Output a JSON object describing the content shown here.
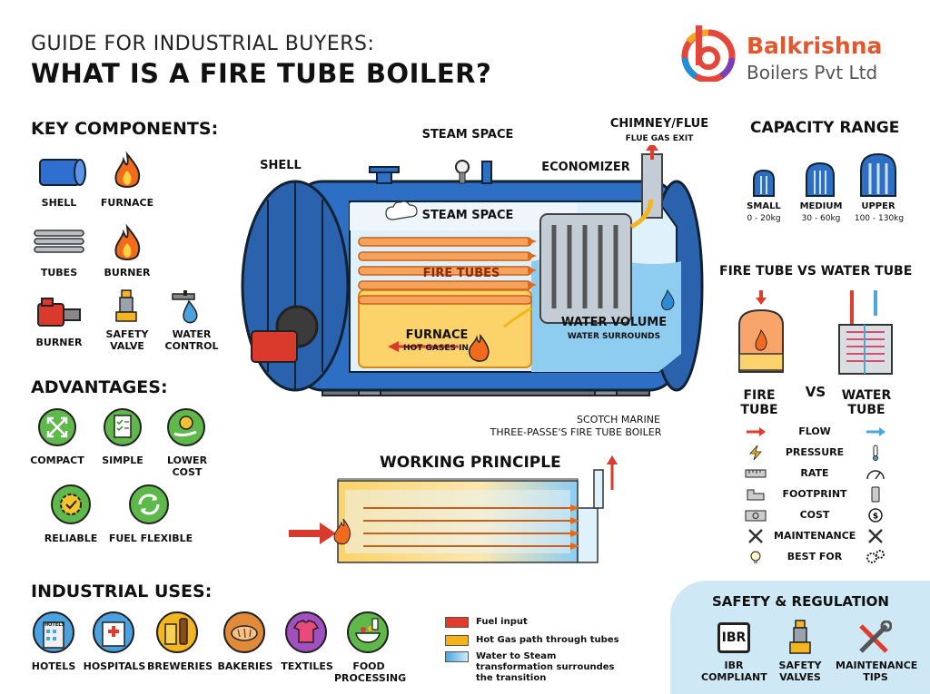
{
  "header": {
    "subtitle": "GUIDE FOR INDUSTRIAL BUYERS:",
    "title": "WHAT IS A FIRE TUBE BOILER?"
  },
  "brand": {
    "name_line1": "Balkrishna",
    "name_line2": "Boilers Pvt Ltd",
    "logo_letter": "b"
  },
  "key_components": {
    "heading": "KEY COMPONENTS:",
    "items": [
      {
        "label": "SHELL",
        "icon": "shell-cylinder-icon"
      },
      {
        "label": "FURNACE",
        "icon": "flame-icon"
      },
      {
        "label": "TUBES",
        "icon": "tubes-icon"
      },
      {
        "label": "BURNER",
        "icon": "flame-icon"
      },
      {
        "label": "BURNER",
        "icon": "burner-unit-icon"
      },
      {
        "label": "SAFETY VALVE",
        "icon": "safety-valve-icon"
      },
      {
        "label": "WATER CONTROL",
        "icon": "water-control-icon"
      }
    ]
  },
  "advantages": {
    "heading": "ADVANTAGES:",
    "items": [
      {
        "label": "COMPACT",
        "icon": "compact-arrows-icon"
      },
      {
        "label": "SIMPLE",
        "icon": "checklist-icon"
      },
      {
        "label": "LOWER COST",
        "icon": "coin-hand-icon"
      },
      {
        "label": "RELIABLE",
        "icon": "gear-check-icon"
      },
      {
        "label": "FUEL FLEXIBLE",
        "icon": "recycle-icon"
      }
    ]
  },
  "industrial_uses": {
    "heading": "INDUSTRIAL USES:",
    "items": [
      {
        "label": "HOTELS",
        "icon": "hotel-icon",
        "sign": "HOTELS"
      },
      {
        "label": "HOSPITALS",
        "icon": "hospital-icon"
      },
      {
        "label": "BREWERIES",
        "icon": "beer-icon"
      },
      {
        "label": "BAKERIES",
        "icon": "bread-icon"
      },
      {
        "label": "TEXTILES",
        "icon": "tshirt-icon"
      },
      {
        "label": "FOOD PROCESSING",
        "icon": "food-bowl-icon"
      }
    ]
  },
  "boiler_diagram": {
    "labels": {
      "shell": "SHELL",
      "steam_space_top": "STEAM SPACE",
      "steam_space_inner": "STEAM SPACE",
      "chimney": "CHIMNEY/FLUE",
      "chimney_sub": "FLUE GAS EXIT",
      "economizer": "ECONOMIZER",
      "fire_tubes": "FIRE TUBES",
      "furnace": "FURNACE",
      "furnace_sub": "HOT GASES IN",
      "water_volume": "WATER VOLUME",
      "water_volume_sub": "WATER SURROUNDS"
    },
    "caption_line1": "SCOTCH MARINE",
    "caption_line2": "THREE-PASSE'S FIRE TUBE BOILER"
  },
  "working_principle": {
    "heading": "WORKING PRINCIPLE",
    "legend": [
      {
        "label": "Fuel input",
        "color": "#e23a2b"
      },
      {
        "label": "Hot Gas path through tubes",
        "color": "#f6b21a"
      },
      {
        "label": "Water to Steam transformation surroundes the transition",
        "color": "#4aa8e0"
      }
    ]
  },
  "capacity": {
    "heading": "CAPACITY RANGE",
    "items": [
      {
        "name": "SMALL",
        "range": "0 - 20kg"
      },
      {
        "name": "MEDIUM",
        "range": "30 - 60kg"
      },
      {
        "name": "UPPER",
        "range": "100 - 130kg"
      }
    ]
  },
  "comparison": {
    "heading": "FIRE TUBE VS WATER TUBE",
    "left_label": "FIRE TUBE",
    "vs": "VS",
    "right_label": "WATER TUBE",
    "rows": [
      {
        "label": "FLOW",
        "left_icon": "red-arrow-icon",
        "right_icon": "blue-arrow-icon"
      },
      {
        "label": "PRESSURE",
        "left_icon": "bolt-icon",
        "right_icon": "thermometer-icon"
      },
      {
        "label": "RATE",
        "left_icon": "ruler-icon",
        "right_icon": "gauge-icon"
      },
      {
        "label": "FOOTPRINT",
        "left_icon": "footprint-icon",
        "right_icon": "phone-icon"
      },
      {
        "label": "COST",
        "left_icon": "cash-icon",
        "right_icon": "coin-icon"
      },
      {
        "label": "MAINTENANCE",
        "left_icon": "tools-icon",
        "right_icon": "tools-icon"
      },
      {
        "label": "BEST FOR",
        "left_icon": "bulb-icon",
        "right_icon": "gears-icon"
      }
    ]
  },
  "safety": {
    "heading": "SAFETY & REGULATION",
    "items": [
      {
        "label": "IBR COMPLIANT",
        "badge": "IBR"
      },
      {
        "label": "SAFETY VALVES"
      },
      {
        "label": "MAINTENANCE TIPS"
      }
    ]
  }
}
